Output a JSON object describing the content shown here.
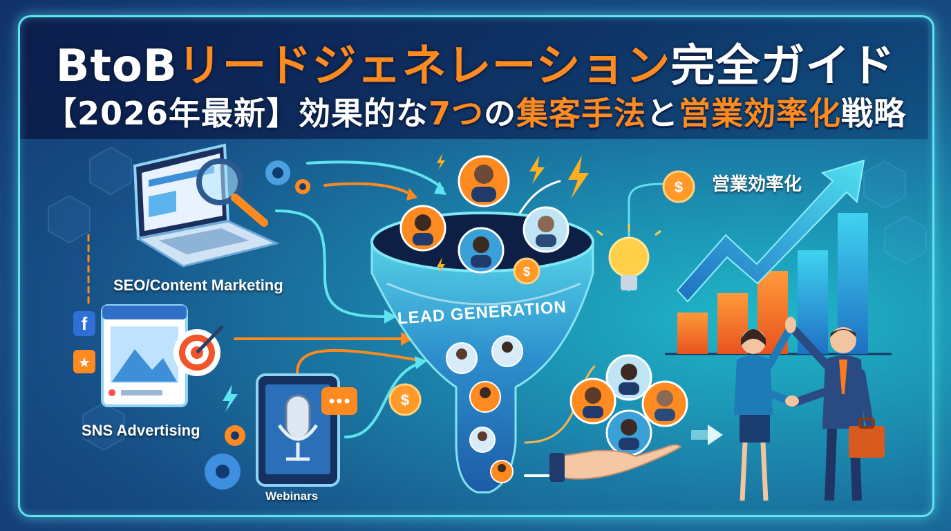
{
  "title": {
    "line1": [
      {
        "text": "BtoB",
        "color": "white"
      },
      {
        "text": "リードジェネレーション",
        "color": "orange"
      },
      {
        "text": "完全ガイド",
        "color": "white"
      }
    ],
    "line2": [
      {
        "text": "【2026年最新】効果的な",
        "color": "white"
      },
      {
        "text": "7つ",
        "color": "orange"
      },
      {
        "text": "の",
        "color": "white"
      },
      {
        "text": "集客手法",
        "color": "orange"
      },
      {
        "text": "と",
        "color": "white"
      },
      {
        "text": "営業効率化",
        "color": "orange"
      },
      {
        "text": "戦略",
        "color": "white"
      }
    ]
  },
  "labels": {
    "seo": "SEO/Content Marketing",
    "sns": "SNS Advertising",
    "webinars": "Webinars",
    "funnel": "LEAD GENERATION",
    "efficiency": "営業効率化"
  },
  "glyphs": {
    "currency": "$",
    "social_f": "f",
    "star": "★"
  },
  "colors": {
    "accent_orange": "#ff8a1f",
    "accent_cyan": "#5fe3ef",
    "navy": "#12306a",
    "bar_orange": "#f7732a",
    "bar_blue": "#2aa7e8"
  },
  "icons": [
    "laptop-icon",
    "magnifier-icon",
    "gear-icon",
    "target-icon",
    "microphone-icon",
    "chat-bubble-icon",
    "lightbulb-icon",
    "dollar-coin-icon",
    "lightning-icon",
    "facebook-icon",
    "star-icon",
    "handshake-icon",
    "briefcase-icon",
    "growth-arrow-icon",
    "funnel-icon",
    "open-hand-icon"
  ]
}
